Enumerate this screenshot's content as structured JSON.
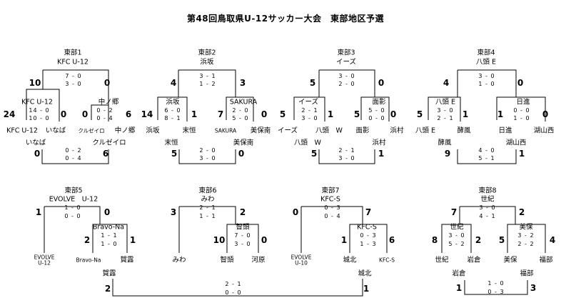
{
  "title": "第48回鳥取県U-12サッカー大会　東部地区予選",
  "blocks": {
    "b1": {
      "name": "東部1",
      "winner": "KFC U-12",
      "final": {
        "left": "10",
        "right": "0",
        "s1": "7 - 0",
        "s2": "3 - 0"
      },
      "semi_left": {
        "name": "KFC U-12",
        "left": "24",
        "right": "0",
        "s1": "14 - 0",
        "s2": "10 - 0"
      },
      "semi_right": {
        "name": "中ノ郷",
        "left": "0",
        "right": "6",
        "s1": "0 - 2",
        "s2": "0 - 4"
      },
      "teams": [
        "KFC U-12",
        "いなば",
        "クルゼイロ",
        "中ノ郷"
      ],
      "third": {
        "left_name": "いなば",
        "right_name": "クルゼイロ",
        "left": "0",
        "right": "6",
        "s1": "0 - 2",
        "s2": "0 - 4"
      }
    },
    "b2": {
      "name": "東部2",
      "winner": "浜坂",
      "final": {
        "left": "4",
        "right": "3",
        "s1": "3 - 1",
        "s2": "1 - 2"
      },
      "semi_left": {
        "name": "浜坂",
        "left": "14",
        "right": "1",
        "s1": "6 - 0",
        "s2": "8 - 1"
      },
      "semi_right": {
        "name": "SAKURA",
        "left": "7",
        "right": "0",
        "s1": "2 - 0",
        "s2": "5 - 0"
      },
      "teams": [
        "浜坂",
        "末恒",
        "SAKURA",
        "美保南"
      ],
      "third": {
        "left_name": "末恒",
        "right_name": "美保南",
        "left": "5",
        "right": "0",
        "s1": "2 - 0",
        "s2": "3 - 0"
      }
    },
    "b3": {
      "name": "東部3",
      "winner": "イーズ",
      "final": {
        "left": "5",
        "right": "0",
        "s1": "3 - 0",
        "s2": "2 - 0"
      },
      "semi_left": {
        "name": "イーズ",
        "left": "5",
        "right": "1",
        "s1": "2 - 1",
        "s2": "3 - 0"
      },
      "semi_right": {
        "name": "面影",
        "left": "5",
        "right": "0",
        "s1": "5 - 0",
        "s2": "0 - 0"
      },
      "teams": [
        "イーズ",
        "八頭　W",
        "面影",
        "浜村"
      ],
      "third": {
        "left_name": "八頭　W",
        "right_name": "浜村",
        "left": "5",
        "right": "1",
        "s1": "2 - 1",
        "s2": "3 - 0"
      }
    },
    "b4": {
      "name": "東部4",
      "winner": "八頭 E",
      "final": {
        "left": "4",
        "right": "0",
        "s1": "3 - 0",
        "s2": "1 - 0"
      },
      "semi_left": {
        "name": "八頭 E",
        "left": "5",
        "right": "1",
        "s1": "3 - 0",
        "s2": "2 - 1"
      },
      "semi_right": {
        "name": "日進",
        "left": "1",
        "right": "0",
        "s1": "0 - 0",
        "s2": "1 - 0"
      },
      "teams": [
        "八頭 E",
        "酵風",
        "日進",
        "湖山西"
      ],
      "third": {
        "left_name": "酵風",
        "right_name": "湖山西",
        "left": "9",
        "right": "1",
        "s1": "4 - 0",
        "s2": "5 - 1"
      }
    },
    "b5": {
      "name": "東部5",
      "winner": "EVOLVE　U-12",
      "final": {
        "left": "1",
        "right": "0",
        "s1": "1 - 0",
        "s2": "0 - 0"
      },
      "semi_right": {
        "name": "Bravo-Na",
        "left": "2",
        "right": "1",
        "s1": "1 - 1",
        "s2": "1 - 0"
      },
      "teams": [
        "EVOLVE U-12",
        "Bravo-Na",
        "賀露"
      ]
    },
    "b6": {
      "name": "東部6",
      "winner": "みわ",
      "final": {
        "left": "3",
        "right": "2",
        "s1": "2 - 1",
        "s2": "1 - 1"
      },
      "semi_right": {
        "name": "智頭",
        "left": "10",
        "right": "0",
        "s1": "7 - 0",
        "s2": "3 - 0"
      },
      "teams": [
        "みわ",
        "智頭",
        "河原"
      ]
    },
    "b7": {
      "name": "東部7",
      "winner": "KFC-S",
      "final": {
        "left": "0",
        "right": "7",
        "s1": "0 - 3",
        "s2": "0 - 4"
      },
      "semi_right": {
        "name": "KFC-S",
        "left": "1",
        "right": "6",
        "s1": "0 - 3",
        "s2": "1 - 3"
      },
      "teams": [
        "EVOLVE U-10",
        "城北",
        "KFC-S"
      ]
    },
    "b8": {
      "name": "東部8",
      "winner": "世紀",
      "final": {
        "left": "7",
        "right": "2",
        "s1": "3 - 0",
        "s2": "4 - 1"
      },
      "semi_left": {
        "name": "世紀",
        "left": "8",
        "right": "2",
        "s1": "3 - 0",
        "s2": "5 - 2"
      },
      "semi_right": {
        "name": "美保",
        "left": "5",
        "right": "4",
        "s1": "3 - 2",
        "s2": "2 - 2"
      },
      "teams": [
        "世紀",
        "岩倉",
        "美保",
        "福部"
      ],
      "third": {
        "left_name": "岩倉",
        "right_name": "福部",
        "left": "1",
        "right": "3",
        "s1": "1 - 0",
        "s2": "0 - 3"
      }
    }
  },
  "playoff": {
    "left_name": "賀露",
    "right_name": "城北",
    "left": "2",
    "right": "1",
    "s1": "2 - 1",
    "s2": "0 - 0"
  }
}
